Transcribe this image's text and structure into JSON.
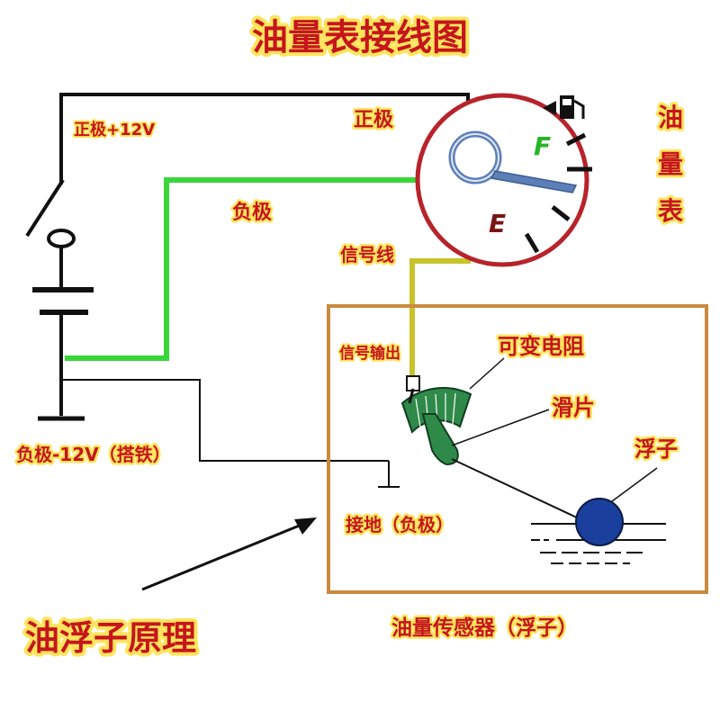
{
  "title": "油量表接线图",
  "labels": {
    "positive_12v": "正极+12V",
    "positive": "正极",
    "negative": "负极",
    "signal_wire": "信号线",
    "signal_output": "信号输出",
    "variable_resistor": "可变电阻",
    "slider": "滑片",
    "float": "浮子",
    "ground": "接地（负极）",
    "negative_12v": "负极-12V（搭铁）",
    "principle": "油浮子原理",
    "sensor": "油量传感器（浮子）"
  },
  "gauge": {
    "label_chars": [
      "油",
      "量",
      "表"
    ],
    "full": "F",
    "empty": "E",
    "icon": "fuel-pump-icon"
  },
  "colors": {
    "title": "#c4161c",
    "glow": "#ffe45c",
    "wire_positive": "#111111",
    "wire_negative": "#39d639",
    "wire_signal": "#c8c32a",
    "gauge_border": "#b8232b",
    "sensor_border": "#c98a3e",
    "float": "#1a3f9c",
    "resistor": "#2f8a4a"
  }
}
